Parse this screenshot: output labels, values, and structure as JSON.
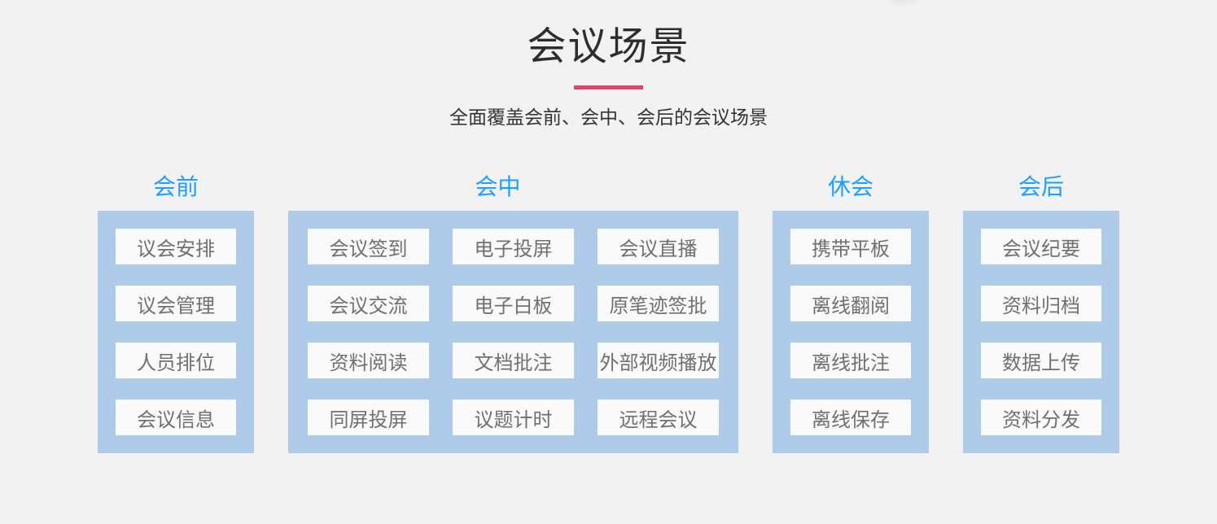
{
  "page": {
    "title": "会议场景",
    "subtitle": "全面覆盖会前、会中、会后的会议场景"
  },
  "colors": {
    "background": "#f2f2f3",
    "panel": "#aecce9",
    "card": "#fafafa",
    "card_text": "#707070",
    "header_blue": "#1e9fff",
    "divider": "#e2436b",
    "title_text": "#2d2d2d",
    "subtitle_text": "#333333"
  },
  "columns": [
    {
      "id": "pre",
      "label": "会前",
      "layout": "single",
      "items": [
        "议会安排",
        "议会管理",
        "人员排位",
        "会议信息"
      ]
    },
    {
      "id": "during",
      "label": "会中",
      "layout": "grid3",
      "items": [
        "会议签到",
        "电子投屏",
        "会议直播",
        "会议交流",
        "电子白板",
        "原笔迹签批",
        "资料阅读",
        "文档批注",
        "外部视频播放",
        "同屏投屏",
        "议题计时",
        "远程会议"
      ]
    },
    {
      "id": "recess",
      "label": "休会",
      "layout": "single",
      "items": [
        "携带平板",
        "离线翻阅",
        "离线批注",
        "离线保存"
      ]
    },
    {
      "id": "post",
      "label": "会后",
      "layout": "single",
      "items": [
        "会议纪要",
        "资料归档",
        "数据上传",
        "资料分发"
      ]
    }
  ]
}
